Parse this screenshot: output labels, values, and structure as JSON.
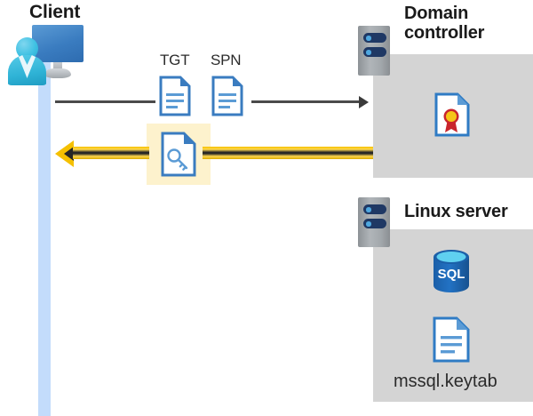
{
  "diagram": {
    "title_client": "Client",
    "title_domain_controller": "Domain\ncontroller",
    "title_domain_controller_line1": "Domain",
    "title_domain_controller_line2": "controller",
    "title_linux_server": "Linux server",
    "labels": {
      "tgt": "TGT",
      "spn": "SPN",
      "keytab_file": "mssql.keytab"
    },
    "icons": {
      "client": "user-monitor-icon",
      "tgt_doc": "document-icon",
      "spn_doc": "document-icon",
      "ticket_doc": "document-key-icon",
      "server_dc": "server-icon",
      "server_linux": "server-icon",
      "certificate": "certificate-document-icon",
      "sql_database": "sql-database-icon",
      "keytab_doc": "document-icon"
    },
    "sql_label": "SQL",
    "connectors": [
      {
        "name": "request-arrow",
        "direction": "right",
        "color": "#4a4a4a",
        "from": "client",
        "to": "domain-controller",
        "carries": [
          "TGT",
          "SPN"
        ]
      },
      {
        "name": "response-arrow",
        "direction": "left",
        "color": "#f5c000",
        "from": "domain-controller",
        "to": "client",
        "carries": [
          "service-ticket"
        ]
      }
    ],
    "colors": {
      "accent_blue": "#3a7cc0",
      "lifeline": "#c3dcfb",
      "panel_gray": "#d4d4d4",
      "highlight_yellow": "#fdf2cd",
      "arrow_yellow": "#f5c000",
      "arrow_gray": "#4a4a4a",
      "server_navy": "#1f3864",
      "sql_blue": "#1f6fc0",
      "cert_gold": "#f5c518",
      "cert_red": "#c9252c"
    }
  }
}
